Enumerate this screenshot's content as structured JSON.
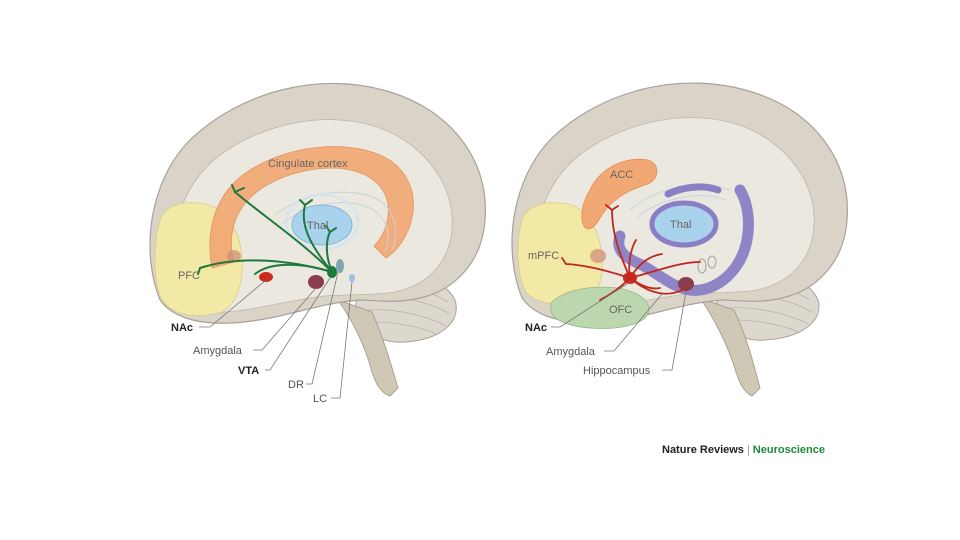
{
  "left_panel": {
    "regions": {
      "cingulate": "Cingulate cortex",
      "thal": "Thal",
      "pfc": "PFC"
    },
    "callouts": [
      "NAc",
      "Amygdala",
      "VTA",
      "DR",
      "LC"
    ],
    "pathway_color": "#1e7a3c"
  },
  "right_panel": {
    "regions": {
      "acc": "ACC",
      "thal": "Thal",
      "mpfc": "mPFC",
      "ofc": "OFC"
    },
    "callouts": [
      "NAc",
      "Amygdala",
      "Hippocampus"
    ],
    "pathway_color": "#c0271e",
    "circuit_color": "#8a7fc4"
  },
  "credit": {
    "publisher": "Nature Reviews",
    "journal": "Neuroscience"
  }
}
